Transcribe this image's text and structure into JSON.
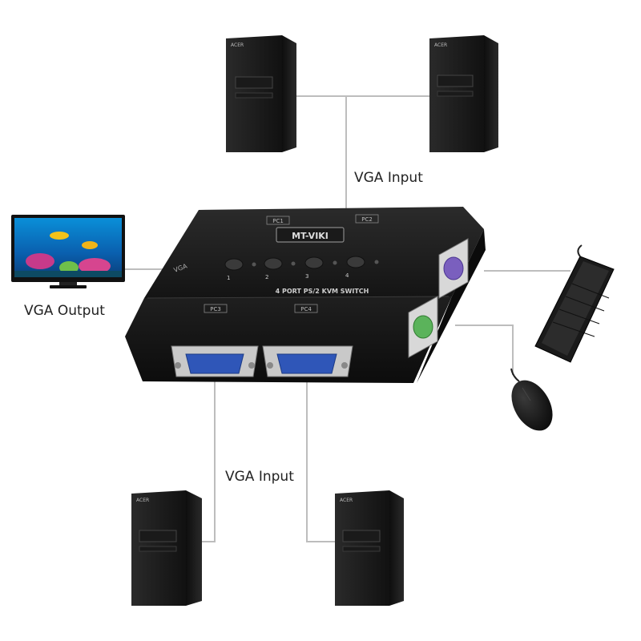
{
  "labels": {
    "vga_input_top": "VGA Input",
    "vga_output": "VGA Output",
    "vga_input_bottom": "VGA Input"
  },
  "kvm_switch": {
    "brand": "MT-VIKI",
    "model_text": "4 PORT PS/2 KVM SWITCH",
    "port_labels_top": [
      "PC1",
      "PC2"
    ],
    "port_labels_front": [
      "PC3",
      "PC4"
    ],
    "side_label": "VGA",
    "buttons": [
      "1",
      "2",
      "3",
      "4"
    ]
  },
  "pc_case_badge": "ACER",
  "colors": {
    "switch_body": "#1c1c1c",
    "ps2_keyboard": "#7a5fbe",
    "ps2_mouse": "#5bb35b",
    "vga_port": "#2f56b8",
    "cable_line": "#bdbdbd"
  },
  "icons": [
    "pc-tower-icon",
    "monitor-icon",
    "keyboard-icon",
    "mouse-icon",
    "kvm-switch-icon"
  ]
}
